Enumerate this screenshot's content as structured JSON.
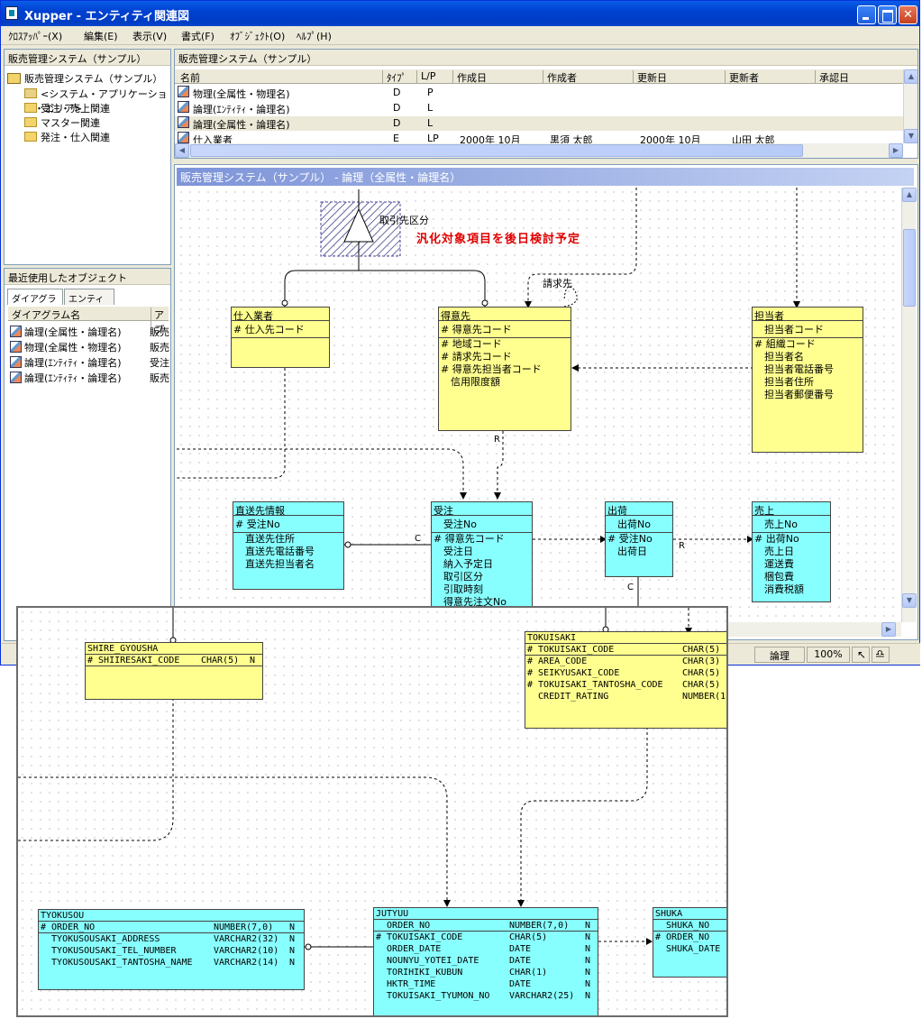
{
  "window": {
    "title": "Xupper - エンティティ関連図"
  },
  "menu": [
    "ｸﾛｽｱｯﾊﾟｰ(X)",
    "編集(E)",
    "表示(V)",
    "書式(F)",
    "ｵﾌﾞｼﾞｪｸﾄ(O)",
    "ﾍﾙﾌﾟ(H)"
  ],
  "tree": {
    "header": "販売管理システム（サンプル）",
    "root": "販売管理システム（サンプル）",
    "items": [
      "<システム・アプリケーション・エリア>",
      "受注・売上関連",
      "マスター関連",
      "発注・仕入関連"
    ]
  },
  "recent": {
    "header": "最近使用したオブジェクト",
    "tabs": [
      "ダイアグラム",
      "エンティティ"
    ],
    "columns": [
      "ダイアグラム名",
      "アプ"
    ],
    "rows": [
      [
        "論理(全属性・論理名)",
        "販売"
      ],
      [
        "物理(全属性・物理名)",
        "販売"
      ],
      [
        "論理(ｴﾝﾃｨﾃｨ・論理名)",
        "受注"
      ],
      [
        "論理(ｴﾝﾃｨﾃｨ・論理名)",
        "販売"
      ]
    ]
  },
  "list": {
    "header": "販売管理システム（サンプル）",
    "columns": [
      "名前",
      "ﾀｲﾌﾟ",
      "L/P",
      "作成日",
      "作成者",
      "更新日",
      "更新者",
      "承認日"
    ],
    "rows": [
      [
        "物理(全属性・物理名)",
        "D",
        "P",
        "",
        "",
        "",
        "",
        ""
      ],
      [
        "論理(ｴﾝﾃｨﾃｨ・論理名)",
        "D",
        "L",
        "",
        "",
        "",
        "",
        ""
      ],
      [
        "論理(全属性・論理名)",
        "D",
        "L",
        "",
        "",
        "",
        "",
        ""
      ],
      [
        "仕入業者",
        "E",
        "LP",
        "2000年 10月",
        "黒須 太郎",
        "2000年 10月",
        "山田 太郎",
        ""
      ]
    ]
  },
  "diagram": {
    "title": "販売管理システム（サンプル） - 論理（全属性・論理名）",
    "annotation": "汎化対象項目を後日検討予定",
    "subtype_label": "取引先区分",
    "recursive_label": "請求先",
    "rel_labels": {
      "r1": "R",
      "c1": "C",
      "c2": "C",
      "r2": "R"
    },
    "entities": {
      "shiire": {
        "name": "仕入業者",
        "pk": [
          "# 仕入先コード"
        ],
        "attrs": []
      },
      "tokui": {
        "name": "得意先",
        "pk": [
          "# 得意先コード"
        ],
        "attrs": [
          "# 地域コード",
          "# 請求先コード",
          "# 得意先担当者コード",
          "　信用限度額"
        ]
      },
      "tanto": {
        "name": "担当者",
        "pk": [
          "　担当者コード"
        ],
        "attrs": [
          "# 組織コード",
          "　担当者名",
          "　担当者電話番号",
          "　担当者住所",
          "　担当者郵便番号"
        ]
      },
      "chokuso": {
        "name": "直送先情報",
        "pk": [
          "# 受注No"
        ],
        "attrs": [
          "　直送先住所",
          "　直送先電話番号",
          "　直送先担当者名"
        ]
      },
      "juchu": {
        "name": "受注",
        "pk": [
          "　受注No"
        ],
        "attrs": [
          "# 得意先コード",
          "　受注日",
          "　納入予定日",
          "　取引区分",
          "　引取時刻",
          "　得意先注文No"
        ]
      },
      "shukka": {
        "name": "出荷",
        "pk": [
          "　出荷No"
        ],
        "attrs": [
          "# 受注No",
          "　出荷日"
        ]
      },
      "uriage": {
        "name": "売上",
        "pk": [
          "　売上No"
        ],
        "attrs": [
          "# 出荷No",
          "　売上日",
          "　運送費",
          "　梱包費",
          "　消費税額"
        ]
      }
    }
  },
  "zoom": {
    "entities": {
      "shiire": {
        "name": "SHIRE_GYOUSHA",
        "pk": [
          [
            "# SHIIRESAKI_CODE",
            "CHAR(5)",
            "N"
          ]
        ],
        "attrs": []
      },
      "tokui": {
        "name": "TOKUISAKI",
        "pk": [
          [
            "# TOKUISAKI_CODE",
            "CHAR(5)",
            ""
          ]
        ],
        "attrs": [
          [
            "# AREA_CODE",
            "CHAR(3)",
            ""
          ],
          [
            "# SEIKYUSAKI_CODE",
            "CHAR(5)",
            ""
          ],
          [
            "# TOKUISAKI_TANTOSHA_CODE",
            "CHAR(5)",
            ""
          ],
          [
            "  CREDIT_RATING",
            "NUMBER(1",
            ""
          ]
        ]
      },
      "tyoku": {
        "name": "TYOKUSOU",
        "pk": [
          [
            "# ORDER_NO",
            "NUMBER(7,0)",
            "N"
          ]
        ],
        "attrs": [
          [
            "  TYOKUSOUSAKI_ADDRESS",
            "VARCHAR2(32)",
            "N"
          ],
          [
            "  TYOKUSOUSAKI_TEL_NUMBER",
            "VARCHAR2(10)",
            "N"
          ],
          [
            "  TYOKUSOUSAKI_TANTOSHA_NAME",
            "VARCHAR2(14)",
            "N"
          ]
        ]
      },
      "jutyuu": {
        "name": "JUTYUU",
        "pk": [
          [
            "  ORDER_NO",
            "NUMBER(7,0)",
            "N"
          ]
        ],
        "attrs": [
          [
            "# TOKUISAKI_CODE",
            "CHAR(5)",
            "N"
          ],
          [
            "  ORDER_DATE",
            "DATE",
            "N"
          ],
          [
            "  NOUNYU_YOTEI_DATE",
            "DATE",
            "N"
          ],
          [
            "  TORIHIKI_KUBUN",
            "CHAR(1)",
            "N"
          ],
          [
            "  HKTR_TIME",
            "DATE",
            "N"
          ],
          [
            "  TOKUISAKI_TYUMON_NO",
            "VARCHAR2(25)",
            "N"
          ]
        ]
      },
      "shuka": {
        "name": "SHUKA",
        "pk": [
          [
            "  SHUKA_NO",
            "",
            ""
          ]
        ],
        "attrs": [
          [
            "# ORDER_NO",
            "",
            ""
          ],
          [
            "  SHUKA_DATE",
            "",
            ""
          ]
        ]
      }
    }
  },
  "status": {
    "mode": "論理",
    "zoom": "100%"
  },
  "colors": {
    "entity_master": "#ffff8f",
    "entity_transaction": "#88ffff",
    "annotation": "#e00000",
    "titlebar": "#0041d1"
  }
}
